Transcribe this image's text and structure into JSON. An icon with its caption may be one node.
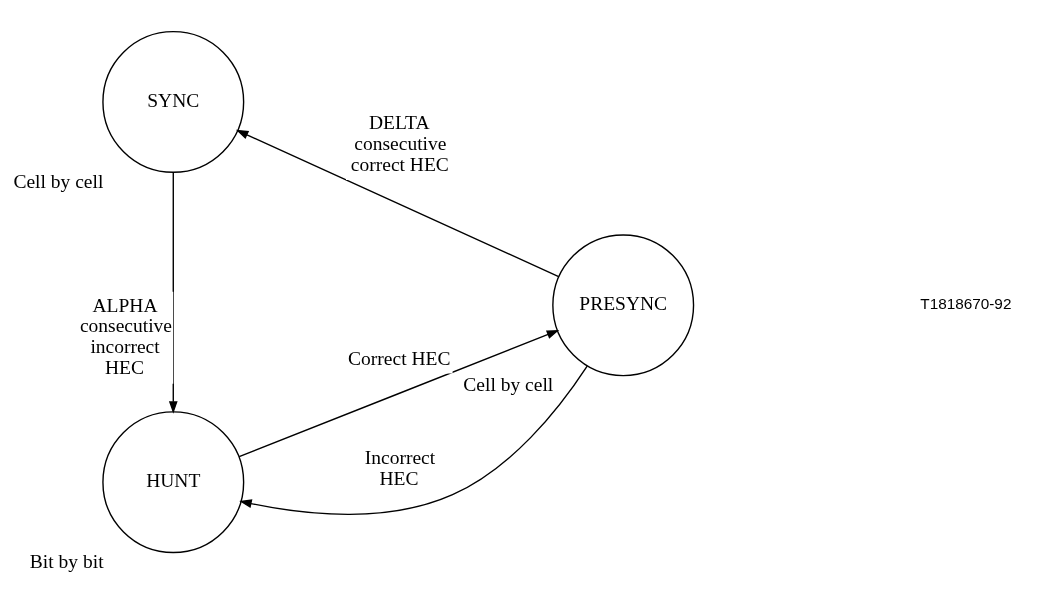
{
  "diagram": {
    "nodes": [
      {
        "text": [
          "HUNT"
        ],
        "beside": [
          "Bit by bit"
        ]
      },
      {
        "text": [
          "PRESYNC"
        ],
        "beside": [
          "Cell by cell"
        ]
      },
      {
        "text": [
          "SYNC"
        ],
        "beside": [
          "Cell by cell"
        ]
      }
    ],
    "edges": [
      {
        "from": 0,
        "to": 1,
        "arrow": "to",
        "label": "Correct HEC"
      },
      {
        "from": 1,
        "to": 0,
        "arrow": "to",
        "label": "Incorrect HEC"
      },
      {
        "from": 1,
        "to": 2,
        "arrow": "to",
        "label": "DELTA consecutive correct HEC"
      },
      {
        "from": 2,
        "to": 0,
        "arrow": "to",
        "label": "ALPHA consecutive incorrect HEC"
      }
    ],
    "labels": [
      "T1818670-92"
    ]
  }
}
